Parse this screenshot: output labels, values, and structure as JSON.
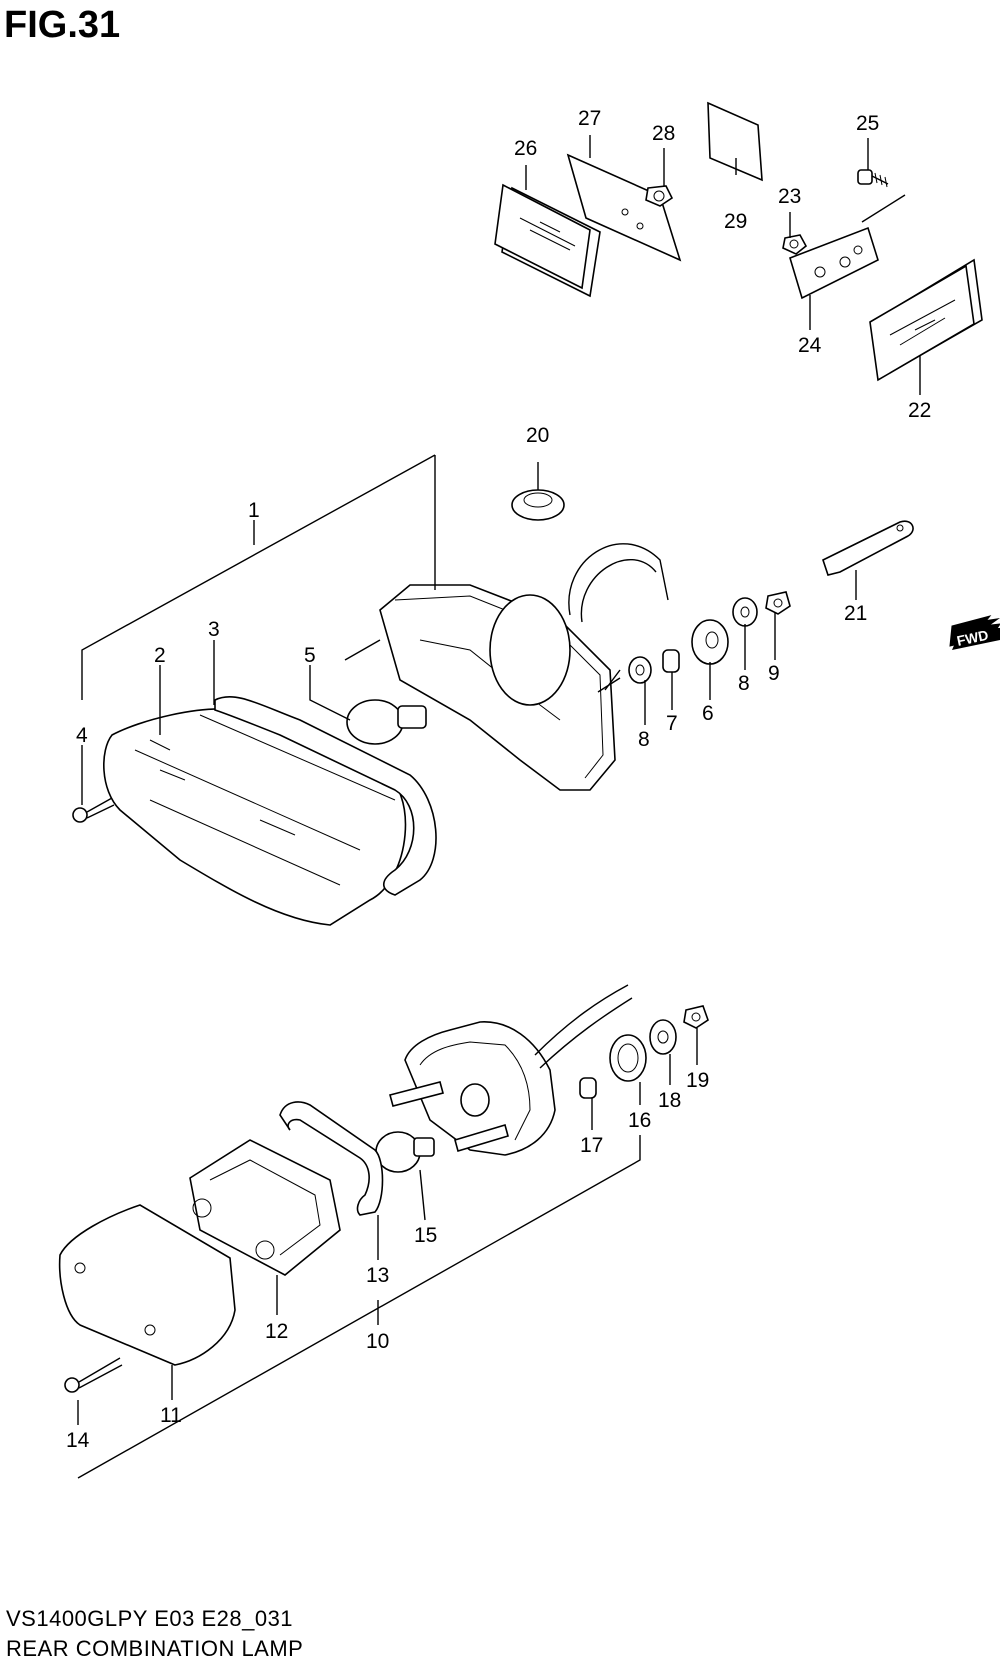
{
  "figure": {
    "title": "FIG.31",
    "model_code": "VS1400GLPY E03 E28_031",
    "name": "REAR COMBINATION LAMP",
    "direction_badge": "FWD"
  },
  "callouts": {
    "c1": "1",
    "c2": "2",
    "c3": "3",
    "c4": "4",
    "c5": "5",
    "c6": "6",
    "c7": "7",
    "c8a": "8",
    "c8b": "8",
    "c9": "9",
    "c10": "10",
    "c11": "11",
    "c12": "12",
    "c13": "13",
    "c14": "14",
    "c15": "15",
    "c16": "16",
    "c17": "17",
    "c18": "18",
    "c19": "19",
    "c20": "20",
    "c21": "21",
    "c22": "22",
    "c23": "23",
    "c24": "24",
    "c25": "25",
    "c26": "26",
    "c27": "27",
    "c28": "28",
    "c29": "29"
  }
}
